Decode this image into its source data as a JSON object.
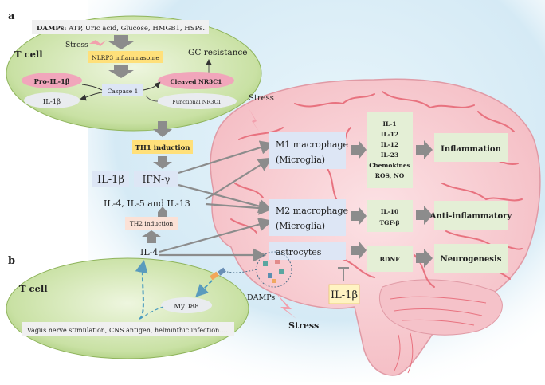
{
  "panel_a": {
    "label": "a",
    "cell_label": "T cell",
    "damps_prefix": "DAMPs",
    "damps_rest": ": ATP, Uric acid, Glucose, HMGB1, HSPs..",
    "stress": "Stress",
    "nlrp3": "NLRP3 inflammasome",
    "gc_resistance": "GC resistance",
    "pro_il1b": "Pro-IL-1β",
    "caspase": "Caspase 1",
    "cleaved_nr3c1": "Cleaved NR3C1",
    "il1b": "IL-1β",
    "functional_nr3c1": "Functional NR3C1"
  },
  "middle": {
    "th1_induction": "TH1 induction",
    "il1b": "IL-1β",
    "ifn_gamma": "IFN-γ",
    "il4_il5_il13": "IL-4, IL-5 and IL-13",
    "th2_induction": "TH2 induction",
    "il4": "IL-4",
    "stress_top": "Stress"
  },
  "brain": {
    "m1_line1": "M1 macrophage",
    "m1_line2": "(Microglia)",
    "m2_line1": "M2 macrophage",
    "m2_line2": "(Microglia)",
    "astrocytes": "astrocytes",
    "m1_cytokines": [
      "IL-1",
      "IL-12",
      "IL-12",
      "IL-23",
      "Chemokines",
      "ROS, NO"
    ],
    "m2_cytokines": [
      "IL-10",
      "TGF-β"
    ],
    "astro_factor": "BDNF",
    "inflammation": "Inflammation",
    "anti_inflammatory": "Anti-inflammatory",
    "neurogenesis": "Neurogenesis",
    "il1b_box": "IL-1β",
    "damps": "DAMPs",
    "stress_bottom": "Stress"
  },
  "panel_b": {
    "label": "b",
    "cell_label": "T cell",
    "myd88": "MyD88",
    "footer": "Vagus nerve stimulation, CNS antigen, helminthic infection…."
  },
  "colors": {
    "cell_green": "#c9e1a4",
    "box_blue": "#dde6f5",
    "box_green": "#e4efd6",
    "box_yellow": "#ffe07a",
    "box_peach": "#fbe1d6",
    "pink_oval": "#f1a6bb",
    "brain_pink": "#f8c9cf",
    "vessel": "#e8727f",
    "arrow_gray": "#8c8c8c",
    "bg_blue": "#d8ecf6"
  }
}
